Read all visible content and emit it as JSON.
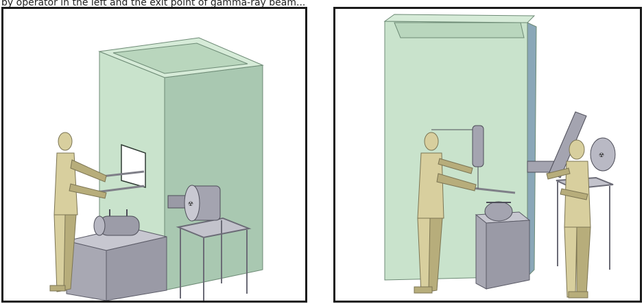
{
  "caption": "by operator in the left and the exit point of gamma-ray beam...",
  "panels": [
    {
      "name": "left-scene",
      "label": "Operator at shielded cell window with source container"
    },
    {
      "name": "right-scene",
      "label": "Two operators handling source transfer"
    }
  ],
  "colors": {
    "wall": "#c9e3cc",
    "wall_side": "#a9c8b1",
    "wall_edge": "#6d8a75",
    "figure": "#d8cf9e",
    "figure_shade": "#b7ad7b",
    "box": "#a8a8b3",
    "box_top": "#c7c7d0",
    "steel": "#8d8d98",
    "frame": "#1a1a1a"
  }
}
